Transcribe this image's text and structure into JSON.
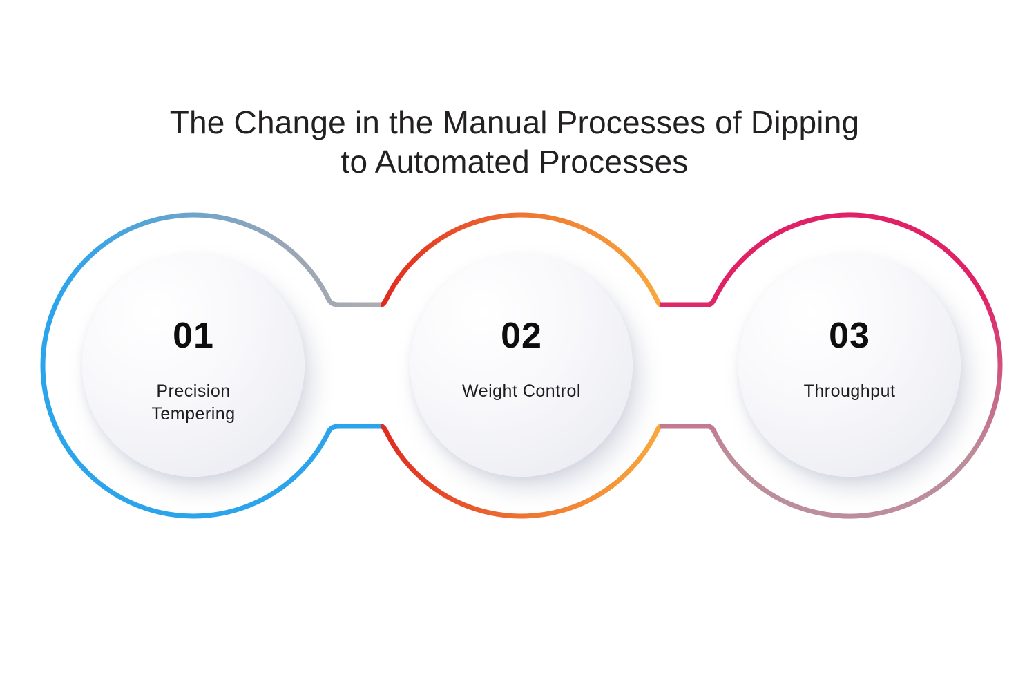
{
  "title": {
    "line1": "The Change in the Manual Processes of Dipping",
    "line2": "to Automated Processes"
  },
  "steps": [
    {
      "number": "01",
      "label": "Precision Tempering",
      "ring_colors": {
        "start": "#AEAEB2",
        "mid": "#99A5B5",
        "end": "#2BA4EC"
      }
    },
    {
      "number": "02",
      "label": "Weight Control",
      "ring_colors": {
        "start": "#E02B21",
        "mid": "#EE7432",
        "end": "#F8A93C"
      }
    },
    {
      "number": "03",
      "label": "Throughput",
      "ring_colors": {
        "start": "#E02166",
        "end": "#BC8D9A"
      }
    }
  ],
  "colors": {
    "background": "#FFFFFF",
    "title_text": "#232021",
    "number_text": "#0D0D0D",
    "label_text": "#1D1D1D",
    "inner_circle_light": "#FFFFFF",
    "inner_circle_dark": "#E7E8EF"
  }
}
